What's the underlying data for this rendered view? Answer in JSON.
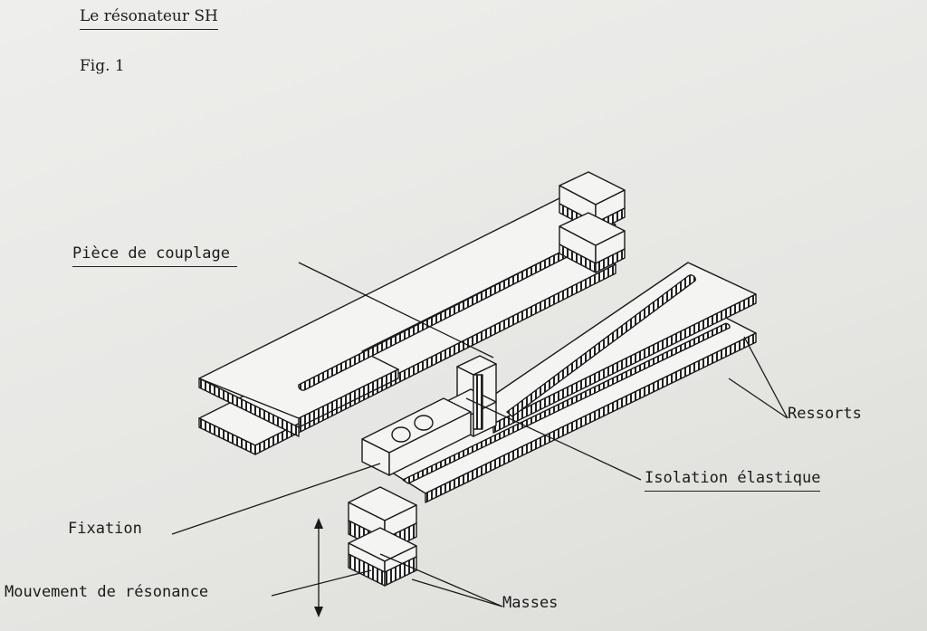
{
  "title": "Le résonateur SH",
  "figure": "Fig. 1",
  "labels": {
    "coupling_piece": "Pièce de couplage",
    "springs": "Ressorts",
    "elastic_isolation": "Isolation élastique",
    "fixation": "Fixation",
    "resonance_motion": "Mouvement de résonance",
    "masses": "Masses"
  }
}
